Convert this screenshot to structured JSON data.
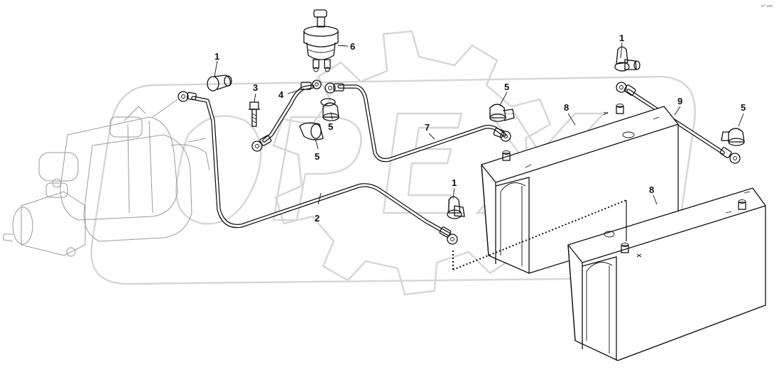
{
  "corner_code": "x²⁰ ooo",
  "callouts": {
    "c1a": "1",
    "c1b": "1",
    "c1c": "1",
    "c2": "2",
    "c3": "3",
    "c4": "4",
    "c5a": "5",
    "c5b": "5",
    "c5c": "5",
    "c5d": "5",
    "c6": "6",
    "c7": "7",
    "c8a": "8",
    "c8b": "8",
    "c9": "9"
  },
  "colors": {
    "ink": "#111111",
    "ghost": "#9a9a9a",
    "watermark": "#d6d6d6"
  }
}
